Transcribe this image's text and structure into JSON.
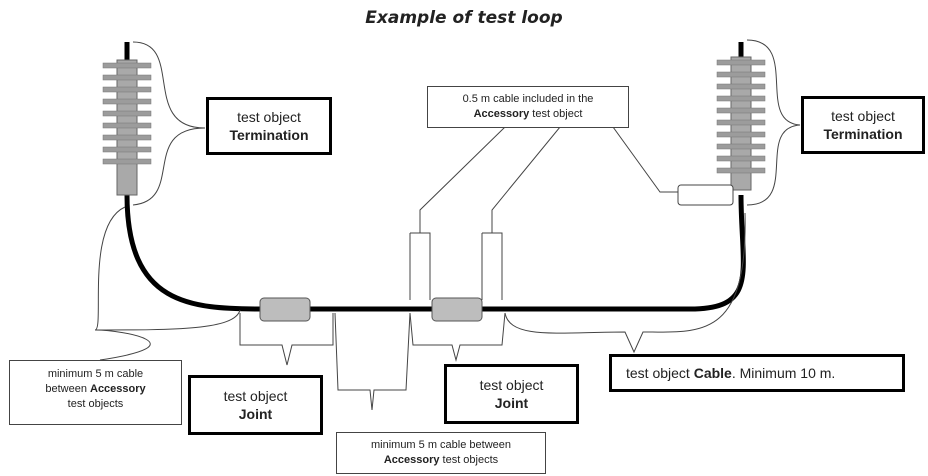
{
  "title": "Example of test loop",
  "labels": {
    "termination_left": {
      "line1": "test object",
      "line2": "Termination"
    },
    "termination_right": {
      "line1": "test object",
      "line2": "Termination"
    },
    "accessory_cable": {
      "line1": "0.5 m cable included in the",
      "bold": "Accessory",
      "suffix": " test object"
    },
    "min_cable_left": {
      "line1": "minimum 5 m cable",
      "line2_prefix": "between ",
      "bold": "Accessory",
      "line3": "test objects"
    },
    "joint_left": {
      "line1": "test object",
      "line2": "Joint"
    },
    "min_cable_center": {
      "line1": "minimum 5 m cable between",
      "bold": "Accessory",
      "suffix": " test objects"
    },
    "joint_right": {
      "line1": "test object",
      "line2": "Joint"
    },
    "cable": {
      "prefix": "test object ",
      "bold": "Cable",
      "suffix": ". Minimum 10 m."
    }
  },
  "colors": {
    "cable": "#000000",
    "joint": "#bdbdbd",
    "termination": "#a9a9a9",
    "outline": "#444444"
  }
}
